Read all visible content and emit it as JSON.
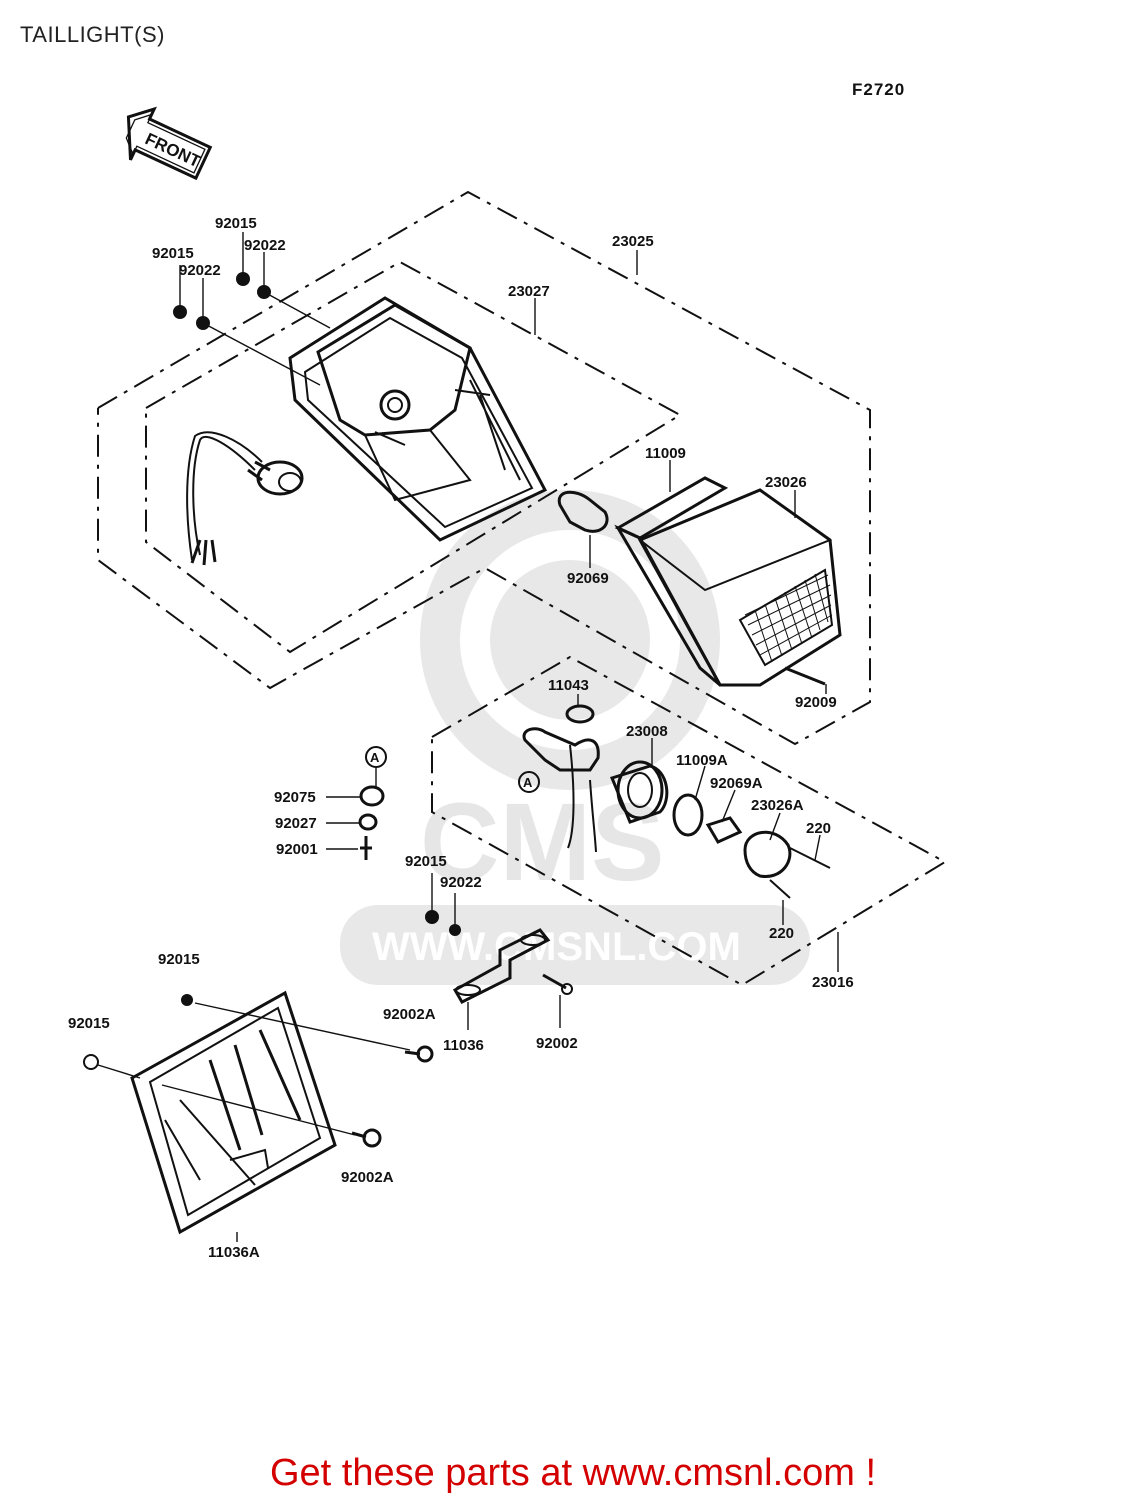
{
  "page": {
    "title": "TAILLIGHT(S)",
    "figure_code": "F2720",
    "front_marker": "FRONT",
    "footer": "Get these parts at www.cmsnl.com !"
  },
  "watermark": {
    "text": "WWW.CMSNL.COM",
    "logo_letters": "CMS"
  },
  "ref_markers": {
    "a_upper": "A",
    "a_lower": "A"
  },
  "parts": {
    "p_92015_a": "92015",
    "p_92022_a": "92022",
    "p_92015_b": "92015",
    "p_92022_b": "92022",
    "p_23025": "23025",
    "p_23027": "23027",
    "p_11009": "11009",
    "p_23026": "23026",
    "p_92069": "92069",
    "p_92009": "92009",
    "p_11043": "11043",
    "p_23008": "23008",
    "p_11009A": "11009A",
    "p_92069A": "92069A",
    "p_23026A": "23026A",
    "p_220_a": "220",
    "p_220_b": "220",
    "p_23016": "23016",
    "p_92075": "92075",
    "p_92027": "92027",
    "p_92001": "92001",
    "p_92015_c": "92015",
    "p_92022_c": "92022",
    "p_92002A_a": "92002A",
    "p_11036": "11036",
    "p_92002": "92002",
    "p_92015_d": "92015",
    "p_92015_e": "92015",
    "p_92002A_b": "92002A",
    "p_11036A": "11036A"
  }
}
